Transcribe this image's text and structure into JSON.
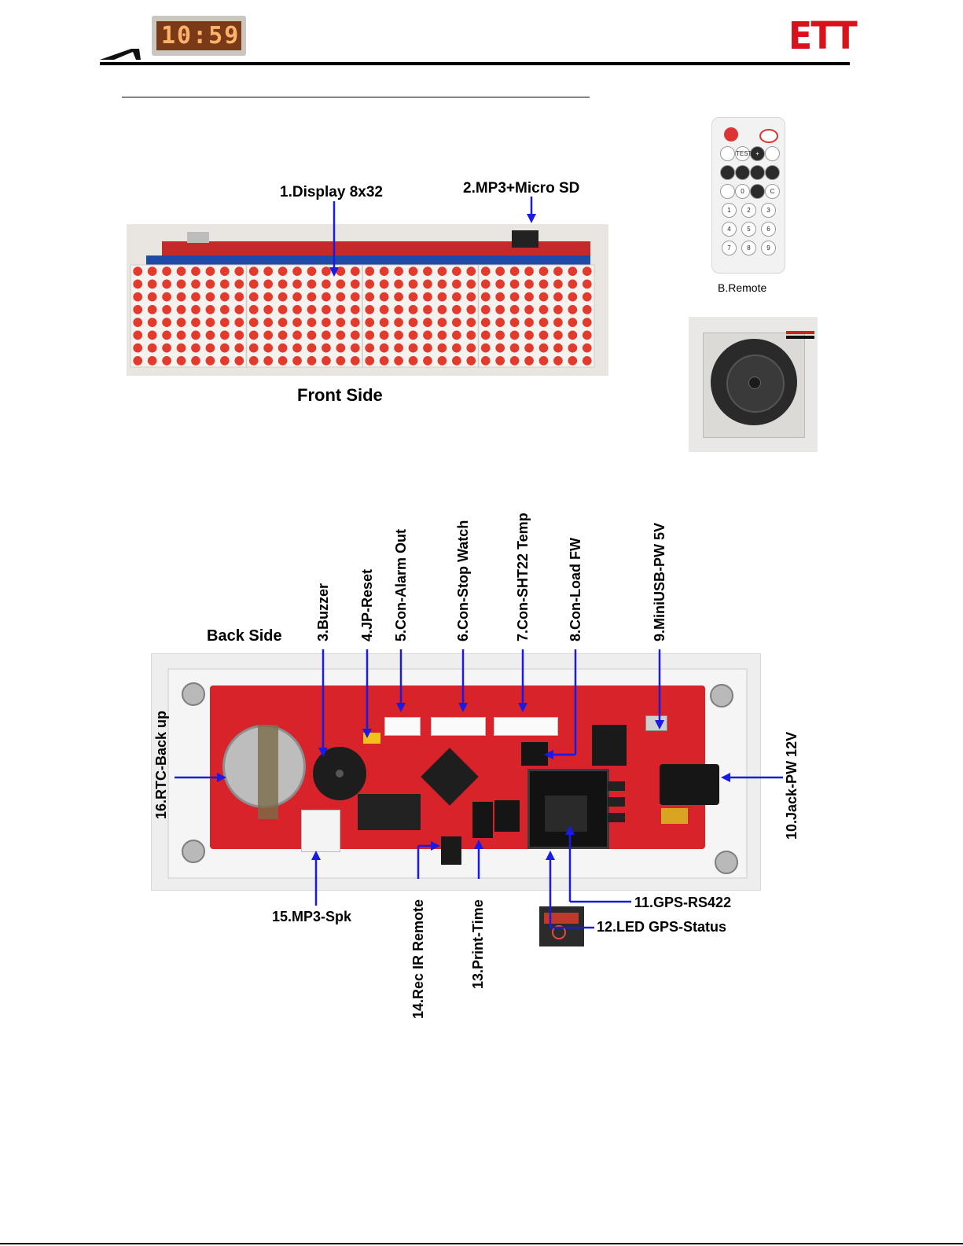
{
  "header": {
    "mini_display_digits": "10:59",
    "logo": "ETT"
  },
  "front": {
    "caption": "Front Side",
    "labels": {
      "display": "1.Display 8x32",
      "mp3": "2.MP3+Micro SD"
    }
  },
  "remote": {
    "caption": "B.Remote",
    "buttons": [
      "TEST",
      "+",
      "0",
      "C",
      "1",
      "2",
      "3",
      "4",
      "5",
      "6",
      "7",
      "8",
      "9"
    ]
  },
  "back": {
    "caption": "Back Side",
    "labels": {
      "buzzer": "3.Buzzer",
      "jp_reset": "4.JP-Reset",
      "alarm_out": "5.Con-Alarm Out",
      "stop_watch": "6.Con-Stop Watch",
      "sht22": "7.Con-SHT22 Temp",
      "load_fw": "8.Con-Load FW",
      "mini_usb": "9.MiniUSB-PW 5V",
      "jack": "10.Jack-PW 12V",
      "gps_rs422": "11.GPS-RS422",
      "led_gps": "12.LED GPS-Status",
      "print_time": "13.Print-Time",
      "rec_ir": "14.Rec IR Remote",
      "mp3_spk": "15.MP3-Spk",
      "rtc": "16.RTC-Back up"
    }
  },
  "colors": {
    "arrow": "#1a1ae6",
    "pcb_red": "#d8232a",
    "led_red": "#e23b2e",
    "logo_red": "#d9111a"
  }
}
